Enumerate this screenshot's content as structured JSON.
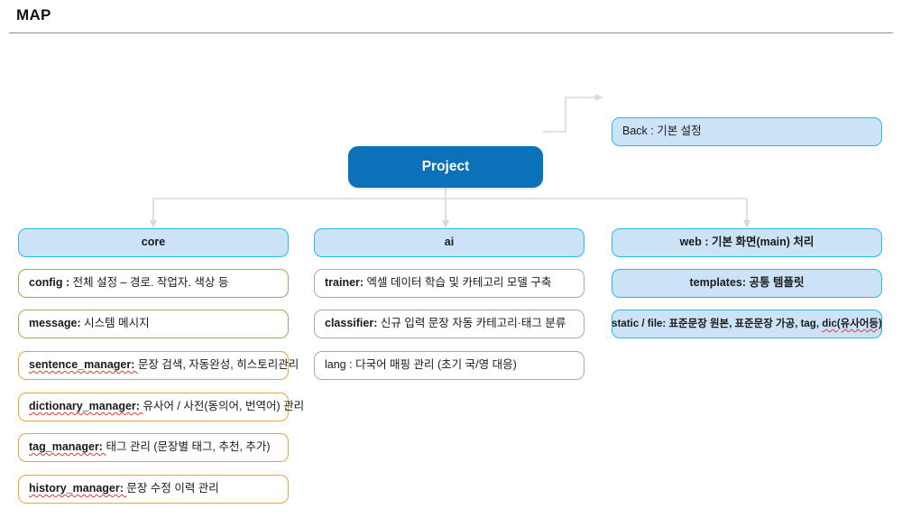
{
  "header": {
    "title": "MAP"
  },
  "diagram": {
    "root": {
      "label": "Project"
    },
    "back": {
      "label": "Back : 기본 설정"
    },
    "columns": [
      {
        "key": "core",
        "header": "core",
        "items": [
          {
            "strong": "config : ",
            "rest": "전체 설정 – 경로. 작업자. 색상 등",
            "style": "green",
            "squiggle_key": false
          },
          {
            "strong": "message: ",
            "rest": "시스템 메시지",
            "style": "green",
            "squiggle_key": false
          },
          {
            "strong": "sentence_manager: ",
            "rest": "문장 검색, 자동완성, 히스토리관리",
            "style": "orange",
            "squiggle_key": true
          },
          {
            "strong": "dictionary_manager: ",
            "rest": "유사어 / 사전(동의어, 번역어) 관리",
            "style": "orange",
            "squiggle_key": true
          },
          {
            "strong": "tag_manager: ",
            "rest": "태그 관리 (문장별 태그, 추천, 추가)",
            "style": "orange",
            "squiggle_key": true
          },
          {
            "strong": "history_manager: ",
            "rest": "문장 수정 이력 관리",
            "style": "orange",
            "squiggle_key": true
          }
        ]
      },
      {
        "key": "ai",
        "header": "ai",
        "items": [
          {
            "strong": "trainer: ",
            "rest": "엑셀 데이터 학습 및 카테고리 모델 구축",
            "style": "purple",
            "squiggle_key": false
          },
          {
            "strong": "classifier: ",
            "rest": "신규 입력 문장 자동 카테고리·태그 분류",
            "style": "purple",
            "squiggle_key": false
          },
          {
            "strong": "lang : ",
            "rest": "다국어 매핑 관리 (초기 국/영 대응)",
            "style": "purple",
            "squiggle_key": false
          }
        ]
      },
      {
        "key": "web",
        "header": "web : 기본 화면(main) 처리",
        "items": [
          {
            "strong": "templates: ",
            "rest": "공통 템플릿",
            "style": "blue",
            "align": "center",
            "squiggle_key": false
          },
          {
            "strong": "static / file: ",
            "rest": "표준문장 원본, 표준문장 가공, tag, dic(유사어등)",
            "style": "blue",
            "align": "center",
            "squiggle_key": false,
            "squiggle_tail": "dic(유사어등)"
          }
        ]
      }
    ]
  },
  "colors": {
    "root_fill": "#0B72B9",
    "blue_fill": "#CCE3F7",
    "cyan_border": "#25BBE8",
    "green_border": "#84BA56",
    "orange_border": "#E8A33D",
    "purple_border": "#B0A0C8",
    "connector": "#D9D9D9",
    "rule": "#8D8D8D"
  }
}
